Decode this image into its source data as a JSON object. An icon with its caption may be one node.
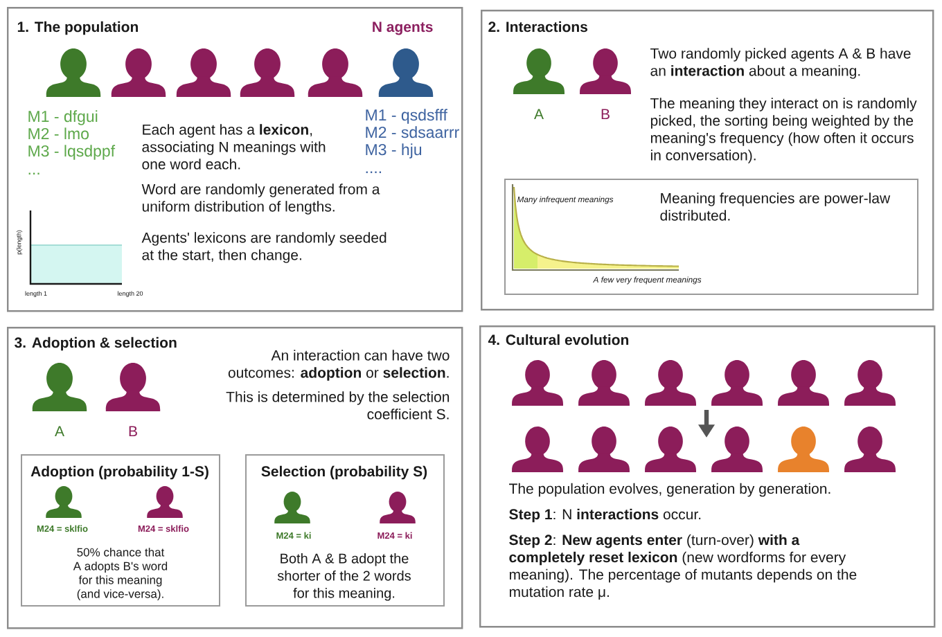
{
  "diagram": {
    "nodes": [
      {
        "text": [
          "1. The population",
          "N agents",
          "M1 - dfgui",
          "M2 - lmo",
          "M3 - lqsdppf",
          "...",
          "Each agent has a **lexicon**, associating N meanings with one word each.",
          "Word are randomly generated from a uniform distribution of lengths.",
          "Agents' lexicons are randomly seeded at the start, then change.",
          "M1 - qsdsfff",
          "M2 - sdsaarrr",
          "M3 - hju",
          "...."
        ]
      },
      {
        "text": [
          "2. Interactions",
          "A",
          "B",
          "Two randomly picked agents A & B have an **interaction** about a meaning.",
          "The meaning they interact on is randomly picked, the sorting being weighted by the meaning's frequency (how often it occurs in conversation)."
        ]
      },
      {
        "text": [
          "Meaning frequencies are power-law distributed."
        ],
        "in": 1
      },
      {
        "text": [
          "3. Adoption & selection",
          "An interaction can have two outcomes: **adoption** or **selection**.",
          "This is determined by the selection coefficient S.",
          "A",
          "B"
        ]
      },
      {
        "text": [
          "Adoption (probability 1-S)",
          "M24 = sklfio",
          "M24 = sklfio",
          "50% chance that A adopts B's word for this meaning (and vice-versa)."
        ],
        "in": 3
      },
      {
        "text": [
          "Selection (probability S)",
          "M24 = ki",
          "M24 = ki",
          "Both A & B adopt the shorter of the 2 words for this meaning."
        ],
        "in": 3
      },
      {
        "text": [
          "4. Cultural evolution",
          "The population evolves, generation by generation.",
          "**Step 1**: N **interactions** occur.",
          "**Step 2**: **New agents enter** (turn-over) **with a completely reset lexicon** (new wordforms for every meaning). The percentage of mutants depends on the mutation rate μ."
        ]
      }
    ],
    "labels": [
      "p(length)",
      "length 1",
      "length 20",
      "Many infrequent meanings",
      "A few very frequent meanings"
    ]
  }
}
